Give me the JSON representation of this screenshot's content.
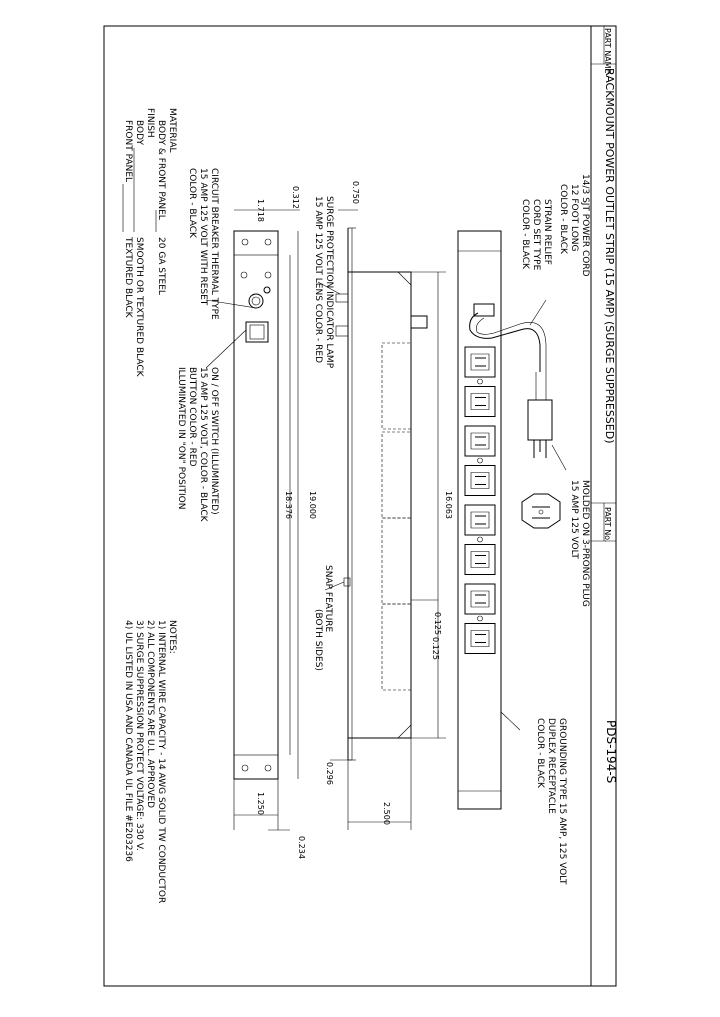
{
  "title_block": {
    "part_name_label": "PART NAME",
    "part_name": "RACKMOUNT POWER OUTLET STRIP (15 AMP) (SURGE SUPPRESSED)",
    "part_no_label": "PART No.",
    "part_no": "PDS-194-S"
  },
  "top_view": {
    "cord": "14/3 SJT POWER CORD\n12 FOOT LONG\nCOLOR - BLACK",
    "strain_relief": "STRAIN RELIEF\nCORD SET TYPE\nCOLOR - BLACK",
    "plug": "MOLDED ON 3-PRONG PLUG\n15 AMP 125 VOLT",
    "receptacle": "GROUNDING TYPE 15 AMP, 125 VOLT\nDUPLEX RECEPTACLE\nCOLOR - BLACK",
    "outlet_count": 8
  },
  "side_view": {
    "dim_0750": "0.750",
    "dim_16063": "16.063",
    "dim_0125": "0.125",
    "dim_0296": "0.296",
    "dim_2500": "2.500",
    "snap": "SNAP FEATURE\n(BOTH SIDES)",
    "surge_lamp": "SURGE PROTECTION INDICATOR LAMP\n15 AMP 125 VOLT LENS COLOR - RED"
  },
  "front_view": {
    "dim_1718": "1.718",
    "dim_0312": "0.312",
    "dim_18376": "18.376",
    "dim_19000": "19.000",
    "dim_1250": "1.250",
    "dim_0234": "0.234",
    "breaker": "CIRCUIT BREAKER THERMAL TYPE\n15 AMP 125 VOLT WITH RESET\nCOLOR - BLACK",
    "switch": "ON / OFF SWITCH (ILLUMINATED)\n15 AMP 125 VOLT, COLOR - BLACK\nBUTTON COLOR - RED\nILLUMINATED IN \"ON\" POSITION"
  },
  "material": {
    "heading": "MATERIAL",
    "body_front": "BODY & FRONT PANEL",
    "body_front_val": "20 GA STEEL",
    "finish": "FINISH",
    "body": "BODY",
    "body_val": "SMOOTH OR TEXTURED BLACK",
    "front_panel": "FRONT PANEL",
    "front_panel_val": "TEXTURED BLACK"
  },
  "notes": {
    "heading": "NOTES:",
    "items": [
      "1) INTERNAL WIRE CAPACITY - 14 AWG SOLID TW CONDUCTOR",
      "2) ALL COMPONENTS ARE U.L. APPROVED",
      "3) SURGE SUPPRESSION PROTECT VOLTAGE: 330 V.",
      "4) UL LISTED IN USA AND CANADA UL FILE #E203236"
    ]
  }
}
